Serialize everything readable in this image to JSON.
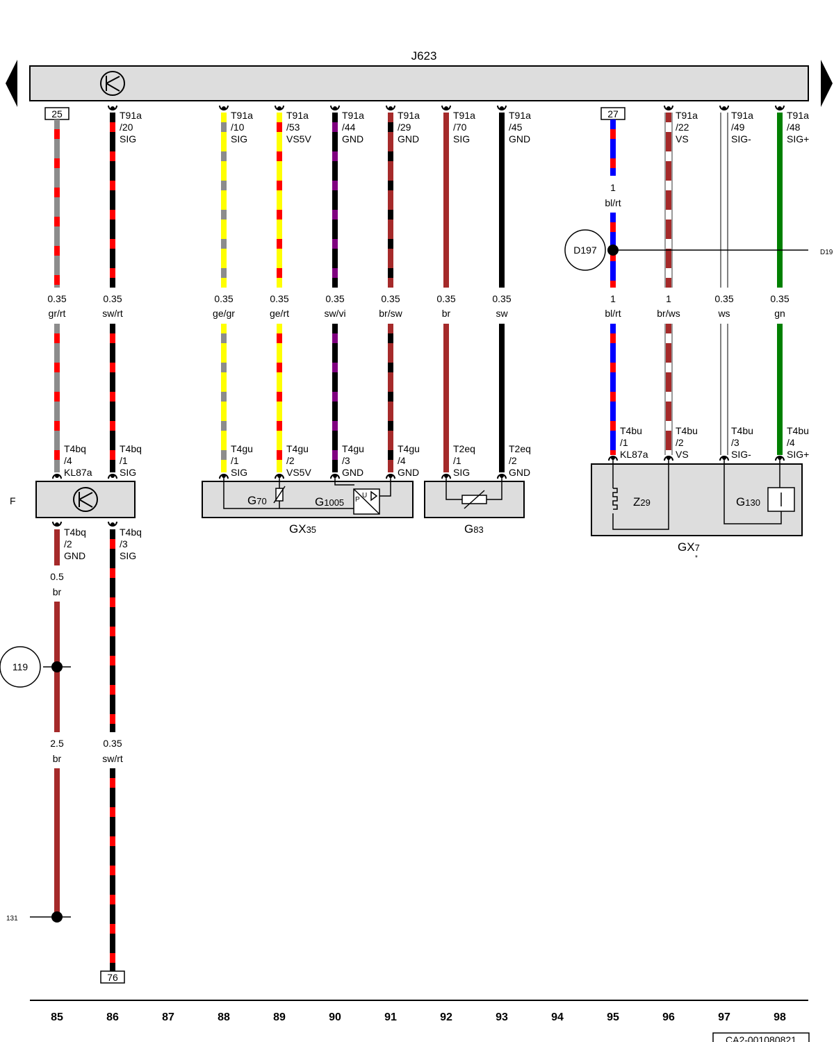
{
  "header": {
    "ecu": "J623"
  },
  "colors": {
    "gr": "#8c8c8c",
    "rt": "#ff0000",
    "sw": "#000000",
    "ge": "#ffff00",
    "vi": "#800080",
    "br": "#a52a2a",
    "bl": "#0000ff",
    "ws": "#ffffff",
    "gn": "#008000",
    "box_fill": "#dddddd"
  },
  "top_wires": [
    {
      "col": 85,
      "pin": "25",
      "size": "0.35",
      "color": "gr/rt"
    },
    {
      "col": 86,
      "pin": "T91a",
      "pin2": "/20",
      "signal": "SIG",
      "size": "0.35",
      "color": "sw/rt"
    },
    {
      "col": 88,
      "pin": "T91a",
      "pin2": "/10",
      "signal": "SIG",
      "size": "0.35",
      "color": "ge/gr"
    },
    {
      "col": 89,
      "pin": "T91a",
      "pin2": "/53",
      "signal": "VS5V",
      "size": "0.35",
      "color": "ge/rt"
    },
    {
      "col": 90,
      "pin": "T91a",
      "pin2": "/44",
      "signal": "GND",
      "size": "0.35",
      "color": "sw/vi"
    },
    {
      "col": 91,
      "pin": "T91a",
      "pin2": "/29",
      "signal": "GND",
      "size": "0.35",
      "color": "br/sw"
    },
    {
      "col": 92,
      "pin": "T91a",
      "pin2": "/70",
      "signal": "SIG",
      "size": "0.35",
      "color": "br"
    },
    {
      "col": 93,
      "pin": "T91a",
      "pin2": "/45",
      "signal": "GND",
      "size": "0.35",
      "color": "sw"
    },
    {
      "col": 95,
      "pin": "27",
      "size": "1",
      "color": "bl/rt",
      "mid_size": "1",
      "mid_color": "bl/rt"
    },
    {
      "col": 96,
      "pin": "T91a",
      "pin2": "/22",
      "signal": "VS",
      "size": "1",
      "color": "br/ws"
    },
    {
      "col": 97,
      "pin": "T91a",
      "pin2": "/49",
      "signal": "SIG-",
      "size": "0.35",
      "color": "ws"
    },
    {
      "col": 98,
      "pin": "T91a",
      "pin2": "/48",
      "signal": "SIG+",
      "size": "0.35",
      "color": "gn"
    }
  ],
  "bottom_pins": [
    {
      "col": 85,
      "pin": "T4bq",
      "pin2": "/4",
      "signal": "KL87a"
    },
    {
      "col": 86,
      "pin": "T4bq",
      "pin2": "/1",
      "signal": "SIG"
    },
    {
      "col": 88,
      "pin": "T4gu",
      "pin2": "/1",
      "signal": "SIG"
    },
    {
      "col": 89,
      "pin": "T4gu",
      "pin2": "/2",
      "signal": "VS5V"
    },
    {
      "col": 90,
      "pin": "T4gu",
      "pin2": "/3",
      "signal": "GND"
    },
    {
      "col": 91,
      "pin": "T4gu",
      "pin2": "/4",
      "signal": "GND"
    },
    {
      "col": 92,
      "pin": "T2eq",
      "pin2": "/1",
      "signal": "SIG"
    },
    {
      "col": 93,
      "pin": "T2eq",
      "pin2": "/2",
      "signal": "GND"
    },
    {
      "col": 95,
      "pin": "T4bu",
      "pin2": "/1",
      "signal": "KL87a"
    },
    {
      "col": 96,
      "pin": "T4bu",
      "pin2": "/2",
      "signal": "VS"
    },
    {
      "col": 97,
      "pin": "T4bu",
      "pin2": "/3",
      "signal": "SIG-"
    },
    {
      "col": 98,
      "pin": "T4bu",
      "pin2": "/4",
      "signal": "SIG+"
    }
  ],
  "lower_pins": [
    {
      "col": 85,
      "pin": "T4bq",
      "pin2": "/2",
      "signal": "GND"
    },
    {
      "col": 86,
      "pin": "T4bq",
      "pin2": "/3",
      "signal": "SIG"
    }
  ],
  "lower_wires": [
    {
      "col": 85,
      "size": "0.5",
      "color": "br",
      "size2": "2.5",
      "color2": "br"
    },
    {
      "col": 86,
      "size": "0.35",
      "color": "sw/rt",
      "end_pin": "76"
    }
  ],
  "components": {
    "f_label": "F",
    "gx35": "GX",
    "gx35_sub": "35",
    "g70": "G",
    "g70_sub": "70",
    "g1005": "G",
    "g1005_sub": "1005",
    "g83": "G",
    "g83_sub": "83",
    "gx7": "GX",
    "gx7_sub": "7",
    "gx7_note": "*",
    "z29": "Z",
    "z29_sub": "29",
    "g130": "G",
    "g130_sub": "130",
    "sensor_u": "U",
    "sensor_p": "P"
  },
  "ground_points": [
    {
      "id": "D197",
      "side_label": "D19"
    },
    {
      "id": "119"
    },
    {
      "id": "131"
    }
  ],
  "columns": [
    "85",
    "86",
    "87",
    "88",
    "89",
    "90",
    "91",
    "92",
    "93",
    "94",
    "95",
    "96",
    "97",
    "98"
  ],
  "doc_id": "CA2-001080821"
}
